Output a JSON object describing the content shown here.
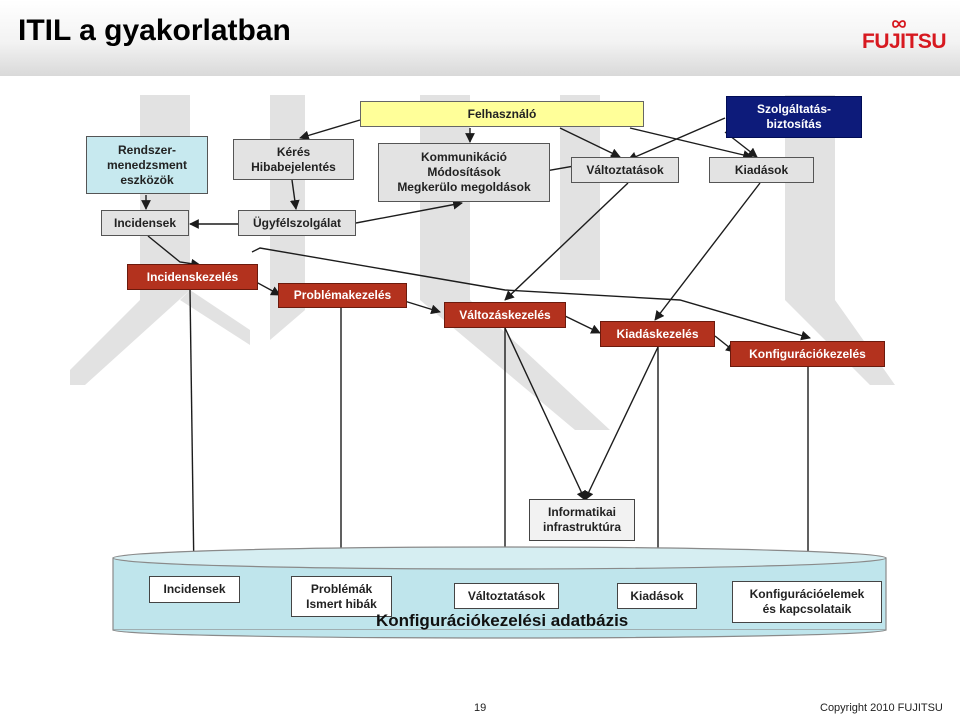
{
  "slide": {
    "title": "ITIL a gyakorlatban",
    "page_number": "19",
    "copyright": "Copyright 2010 FUJITSU"
  },
  "logo": {
    "text": "FUJITSU"
  },
  "nodes": {
    "felhasznalo": "Felhasználó",
    "szolgaltatas": "Szolgáltatás-\nbiztosítás",
    "rendszer": "Rendszer-\nmenedzsment\neszközök",
    "keres": "Kérés\nHibabejelentés",
    "kommunikacio": "Kommunikáció\nMódosítások\nMegkerülo megoldások",
    "valtoztatasok_top": "Változtatások",
    "kiadasok_top": "Kiadások",
    "incidensek_top": "Incidensek",
    "ugyfelszolgalat": "Ügyfélszolgálat",
    "incidenskezeles": "Incidenskezelés",
    "problemakezeles": "Problémakezelés",
    "valtozaskezeles": "Változáskezelés",
    "kiadaskezeles": "Kiadáskezelés",
    "konfiguraciokezeles": "Konfigurációkezelés",
    "infrastruktura": "Informatikai\ninfrastruktúra"
  },
  "database": {
    "title": "Konfigurációkezelési adatbázis",
    "incidensek": "Incidensek",
    "problemak": "Problémák\nIsmert hibák",
    "valtoztatasok": "Változtatások",
    "kiadasok": "Kiadások",
    "konfig_elemek": "Konfigurációelemek\nés kapcsolataik"
  },
  "colors": {
    "process_red": "#b3321e",
    "input_gray": "#e3e3e3",
    "tool_cyan": "#c7e9ef",
    "user_yellow": "#ffff99",
    "service_navy": "#0d1b7a",
    "logo_red": "#d71920"
  }
}
